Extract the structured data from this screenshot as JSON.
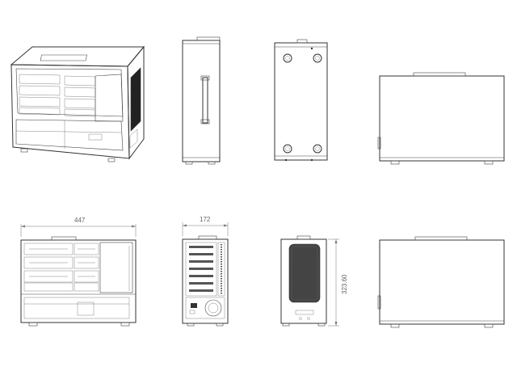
{
  "drawing": {
    "dimension_width": "447",
    "dimension_depth": "172",
    "dimension_height": "323.60"
  },
  "colors": {
    "line": "#333333",
    "dimension": "#777777",
    "background": "#ffffff"
  }
}
